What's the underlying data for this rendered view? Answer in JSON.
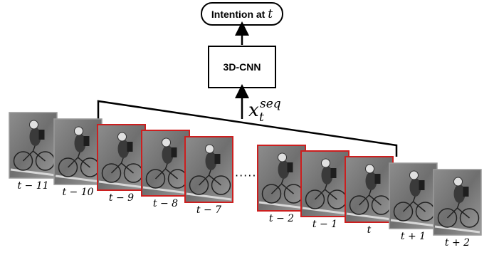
{
  "diagram": {
    "output_node": {
      "prefix": "Intention at ",
      "var": "t"
    },
    "model_box": {
      "label": "3D-CNN"
    },
    "input_label": {
      "base": "x",
      "sub": "t",
      "sup": "seq"
    },
    "ellipsis": "·····",
    "frames": [
      {
        "label": "t − 11",
        "highlight": false
      },
      {
        "label": "t − 10",
        "highlight": false
      },
      {
        "label": "t − 9",
        "highlight": true
      },
      {
        "label": "t − 8",
        "highlight": true
      },
      {
        "label": "t − 7",
        "highlight": true
      },
      {
        "label": "t − 2",
        "highlight": true
      },
      {
        "label": "t − 1",
        "highlight": true
      },
      {
        "label": "t",
        "highlight": true
      },
      {
        "label": "t + 1",
        "highlight": false
      },
      {
        "label": "t + 2",
        "highlight": false
      }
    ],
    "colors": {
      "highlight_border": "#cc1f1f",
      "frame_border": "#9a9a9a",
      "line": "#000000"
    }
  }
}
